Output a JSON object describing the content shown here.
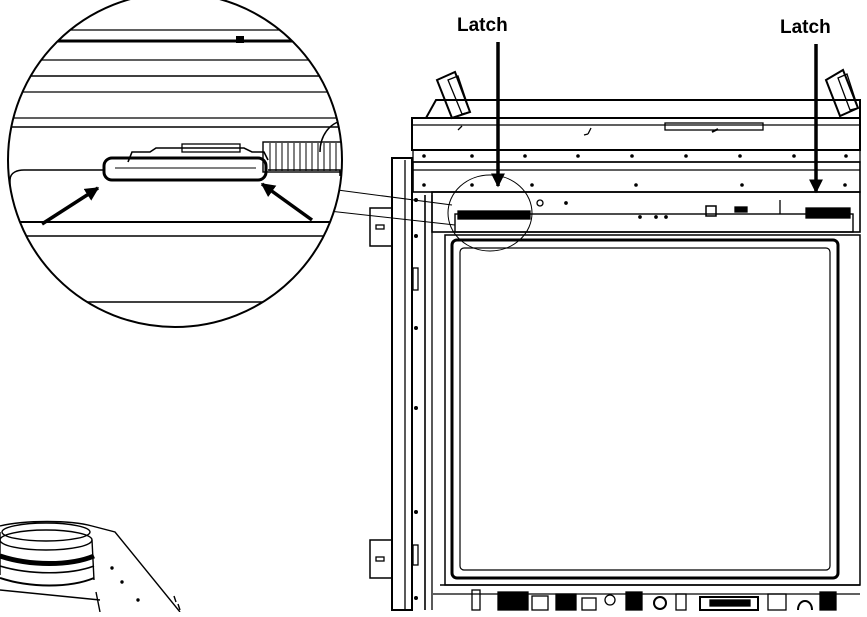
{
  "callouts": [
    {
      "id": "left",
      "label": "Latch"
    },
    {
      "id": "right",
      "label": "Latch"
    }
  ],
  "colors": {
    "line": "#000000",
    "background": "#ffffff"
  }
}
